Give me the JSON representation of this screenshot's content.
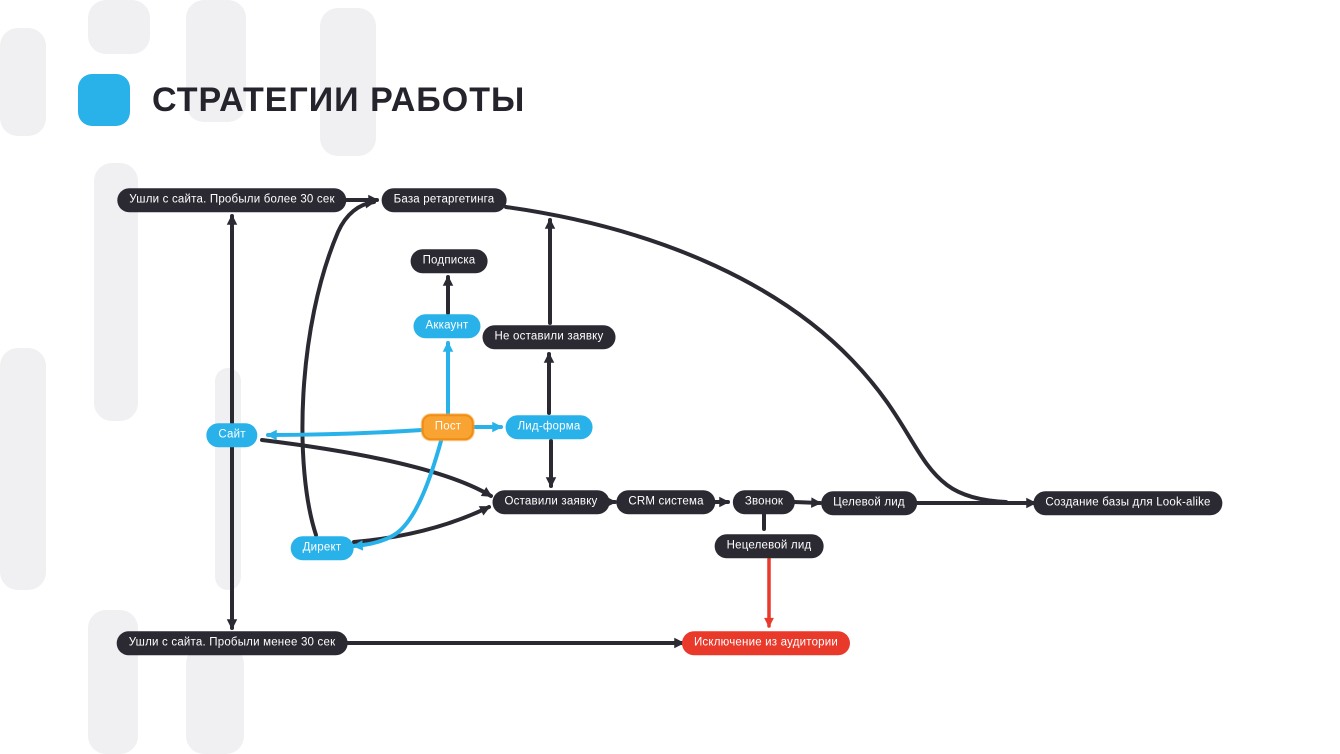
{
  "title": {
    "text": "СТРАТЕГИИ РАБОТЫ"
  },
  "colors": {
    "dark": "#2b2a33",
    "blue": "#29b2ea",
    "orange": "#f9a332",
    "red": "#e8392b",
    "background_shape": "#f0f0f2"
  },
  "diagram": {
    "nodes": [
      {
        "id": "left-long-stay",
        "label": "Ушли с сайта. Пробыли более 30 сек",
        "color": "dark"
      },
      {
        "id": "retargeting-base",
        "label": "База ретаргетинга",
        "color": "dark"
      },
      {
        "id": "subscription",
        "label": "Подписка",
        "color": "dark"
      },
      {
        "id": "account",
        "label": "Аккаунт",
        "color": "blue"
      },
      {
        "id": "no-request",
        "label": "Не оставили заявку",
        "color": "dark"
      },
      {
        "id": "post",
        "label": "Пост",
        "color": "orange"
      },
      {
        "id": "lead-form",
        "label": "Лид-форма",
        "color": "blue"
      },
      {
        "id": "site",
        "label": "Сайт",
        "color": "blue"
      },
      {
        "id": "direct",
        "label": "Директ",
        "color": "blue"
      },
      {
        "id": "left-request",
        "label": "Оставили заявку",
        "color": "dark"
      },
      {
        "id": "crm",
        "label": "CRM система",
        "color": "dark"
      },
      {
        "id": "call",
        "label": "Звонок",
        "color": "dark"
      },
      {
        "id": "target-lead",
        "label": "Целевой лид",
        "color": "dark"
      },
      {
        "id": "lookalike-base",
        "label": "Создание базы для Look-alike",
        "color": "dark"
      },
      {
        "id": "non-target-lead",
        "label": "Нецелевой лид",
        "color": "dark"
      },
      {
        "id": "left-short-stay",
        "label": "Ушли с сайта. Пробыли менее 30 сек",
        "color": "dark"
      },
      {
        "id": "audience-exclusion",
        "label": "Исключение из аудитории",
        "color": "red"
      }
    ],
    "edges": [
      {
        "from": "site",
        "to": "left-long-stay",
        "color": "dark"
      },
      {
        "from": "site",
        "to": "left-short-stay",
        "color": "dark"
      },
      {
        "from": "left-long-stay",
        "to": "retargeting-base",
        "color": "dark"
      },
      {
        "from": "direct",
        "to": "retargeting-base",
        "color": "dark"
      },
      {
        "from": "no-request",
        "to": "retargeting-base",
        "color": "dark"
      },
      {
        "from": "account",
        "to": "subscription",
        "color": "dark"
      },
      {
        "from": "post",
        "to": "account",
        "color": "blue"
      },
      {
        "from": "post",
        "to": "lead-form",
        "color": "blue"
      },
      {
        "from": "post",
        "to": "site",
        "color": "blue"
      },
      {
        "from": "post",
        "to": "direct",
        "color": "blue"
      },
      {
        "from": "lead-form",
        "to": "no-request",
        "color": "dark"
      },
      {
        "from": "lead-form",
        "to": "left-request",
        "color": "dark"
      },
      {
        "from": "site",
        "to": "left-request",
        "color": "dark"
      },
      {
        "from": "direct",
        "to": "left-request",
        "color": "dark"
      },
      {
        "from": "left-request",
        "to": "crm",
        "color": "dark"
      },
      {
        "from": "crm",
        "to": "call",
        "color": "dark"
      },
      {
        "from": "call",
        "to": "target-lead",
        "color": "dark"
      },
      {
        "from": "call",
        "to": "non-target-lead",
        "color": "dark"
      },
      {
        "from": "target-lead",
        "to": "lookalike-base",
        "color": "dark"
      },
      {
        "from": "retargeting-base",
        "to": "lookalike-base",
        "color": "dark"
      },
      {
        "from": "non-target-lead",
        "to": "audience-exclusion",
        "color": "red"
      },
      {
        "from": "left-short-stay",
        "to": "audience-exclusion",
        "color": "dark"
      }
    ]
  }
}
